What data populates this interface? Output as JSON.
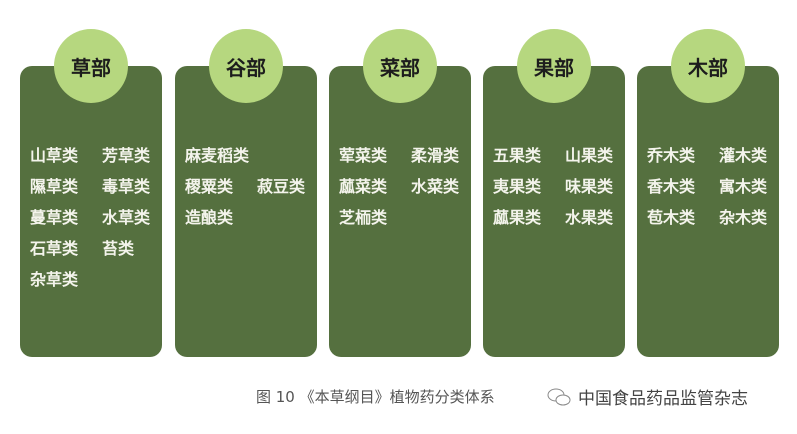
{
  "categories": [
    {
      "title": "草部",
      "items": [
        "山草类",
        "芳草类",
        "隰草类",
        "毒草类",
        "蔓草类",
        "水草类",
        "石草类",
        "苔类",
        "杂草类"
      ]
    },
    {
      "title": "谷部",
      "items": [
        "麻麦稻类",
        "",
        "稷粟类",
        "菽豆类",
        "造酿类"
      ]
    },
    {
      "title": "菜部",
      "items": [
        "荤菜类",
        "柔滑类",
        "蓏菜类",
        "水菜类",
        "芝栭类"
      ]
    },
    {
      "title": "果部",
      "items": [
        "五果类",
        "山果类",
        "夷果类",
        "味果类",
        "蓏果类",
        "水果类"
      ]
    },
    {
      "title": "木部",
      "items": [
        "乔木类",
        "灌木类",
        "香木类",
        "寓木类",
        "苞木类",
        "杂木类"
      ]
    }
  ],
  "caption": "图 10 《本草纲目》植物药分类体系",
  "watermark": "中国食品药品监管杂志",
  "colors": {
    "card": "#55703f",
    "circle": "#b6d77f"
  }
}
